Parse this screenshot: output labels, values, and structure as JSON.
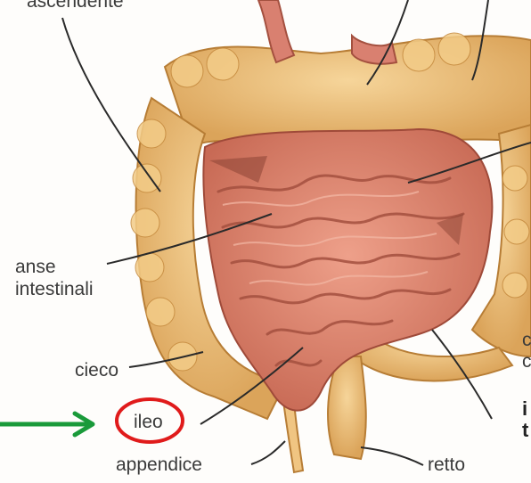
{
  "labels": {
    "top_partial": "ascendente",
    "anse_line1": "anse",
    "anse_line2": "intestinali",
    "cieco": "cieco",
    "ileo": "ileo",
    "appendice": "appendice",
    "retto": "retto",
    "right_cut_1": "c",
    "right_cut_2": "c",
    "right_cut_3": "i",
    "right_cut_4": "t"
  },
  "colors": {
    "colon": "#e9b870",
    "colon_dark": "#c58a3e",
    "small_intestine": "#d9826a",
    "small_intestine_dark": "#a4503f",
    "highlight_circle": "#e01b1b",
    "arrow": "#1a9a3a"
  },
  "icons": {
    "pointer": "right-arrow-icon",
    "circle": "highlight-circle"
  }
}
